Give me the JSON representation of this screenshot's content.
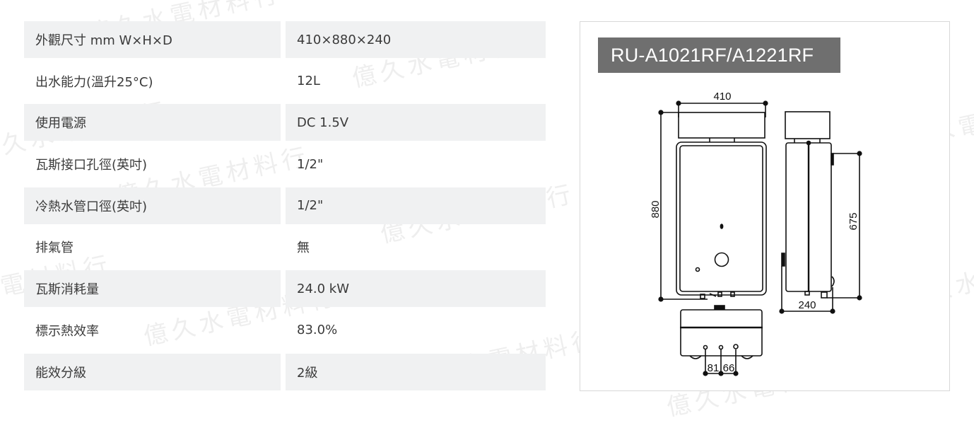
{
  "specs": [
    {
      "label": "外觀尺寸 mm W×H×D",
      "value": "410×880×240"
    },
    {
      "label": "出水能力(溫升25°C)",
      "value": "12L"
    },
    {
      "label": "使用電源",
      "value": "DC 1.5V"
    },
    {
      "label": "瓦斯接口孔徑(英吋)",
      "value": "1/2\""
    },
    {
      "label": "冷熱水管口徑(英吋)",
      "value": "1/2\""
    },
    {
      "label": "排氣管",
      "value": "無"
    },
    {
      "label": "瓦斯消耗量",
      "value": "24.0 kW"
    },
    {
      "label": "標示熱效率",
      "value": "83.0%"
    },
    {
      "label": "能效分級",
      "value": "2級"
    }
  ],
  "diagram": {
    "model": "RU-A1021RF/A1221RF",
    "dimensions": {
      "width": "410",
      "height": "880",
      "depth": "240",
      "side_height": "675",
      "pipe_spacing_1": "81",
      "pipe_spacing_2": "66"
    }
  },
  "watermark": "億久水電材料行",
  "colors": {
    "row_shade": "#f0f1f2",
    "banner_bg": "#6f6f6f",
    "banner_text": "#ffffff",
    "border": "#d8d8d8"
  }
}
